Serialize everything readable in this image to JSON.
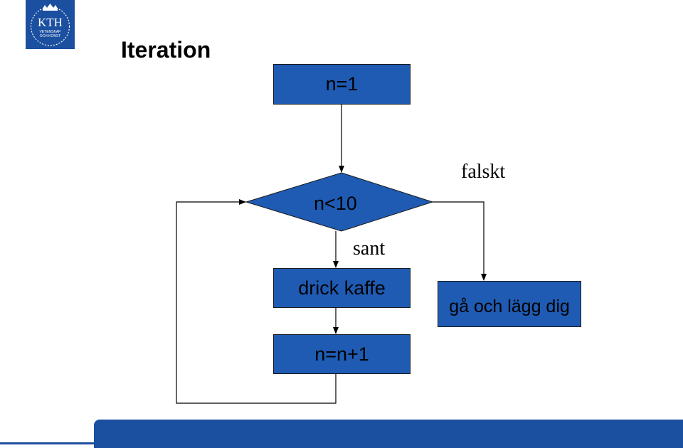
{
  "slide": {
    "title": "Iteration"
  },
  "logo": {
    "text": "KTH",
    "subtext_1": "VETENSKAP",
    "subtext_2": "OCH KONST"
  },
  "flowchart": {
    "start_box": "n=1",
    "decision": "n<10",
    "true_label": "sant",
    "false_label": "falskt",
    "action_box": "drick kaffe",
    "increment_box": "n=n+1",
    "exit_box": "gå och lägg dig"
  },
  "colors": {
    "box_fill": "#1f5bb3",
    "brand_blue": "#1b4fa0"
  }
}
